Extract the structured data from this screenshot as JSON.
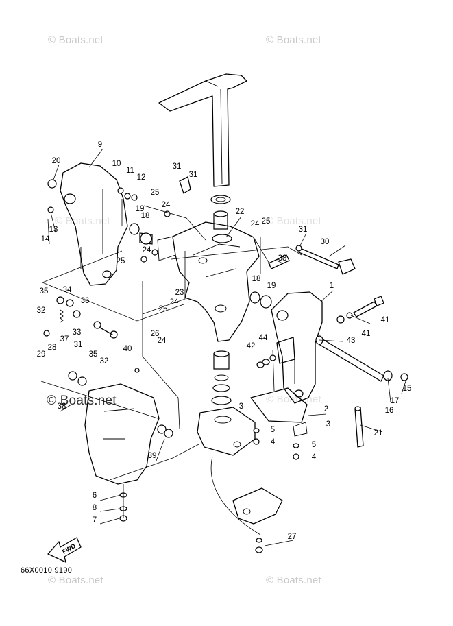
{
  "watermarks": {
    "top_left": "© Boats.net",
    "top_right": "© Boats.net",
    "mid_left_faint": "© Boats.net",
    "mid_right_faint": "© Boats.net",
    "center_bold": "© Boats.net",
    "lower_right_faint": "© Boats.net",
    "bottom_left": "© Boats.net",
    "bottom_right": "© Boats.net"
  },
  "drawing_code": "66X0010 9190",
  "fwd_label": "FWD",
  "callouts": [
    "1",
    "2",
    "3",
    "3",
    "4",
    "4",
    "5",
    "5",
    "6",
    "7",
    "8",
    "9",
    "10",
    "11",
    "12",
    "13",
    "14",
    "15",
    "16",
    "17",
    "18",
    "18",
    "19",
    "19",
    "20",
    "21",
    "22",
    "23",
    "24",
    "24",
    "24",
    "24",
    "24",
    "25",
    "25",
    "25",
    "25",
    "26",
    "27",
    "28",
    "29",
    "30",
    "31",
    "31",
    "31",
    "31",
    "32",
    "32",
    "33",
    "34",
    "35",
    "35",
    "36",
    "37",
    "38",
    "38",
    "39",
    "40",
    "41",
    "41",
    "42",
    "43",
    "44"
  ]
}
